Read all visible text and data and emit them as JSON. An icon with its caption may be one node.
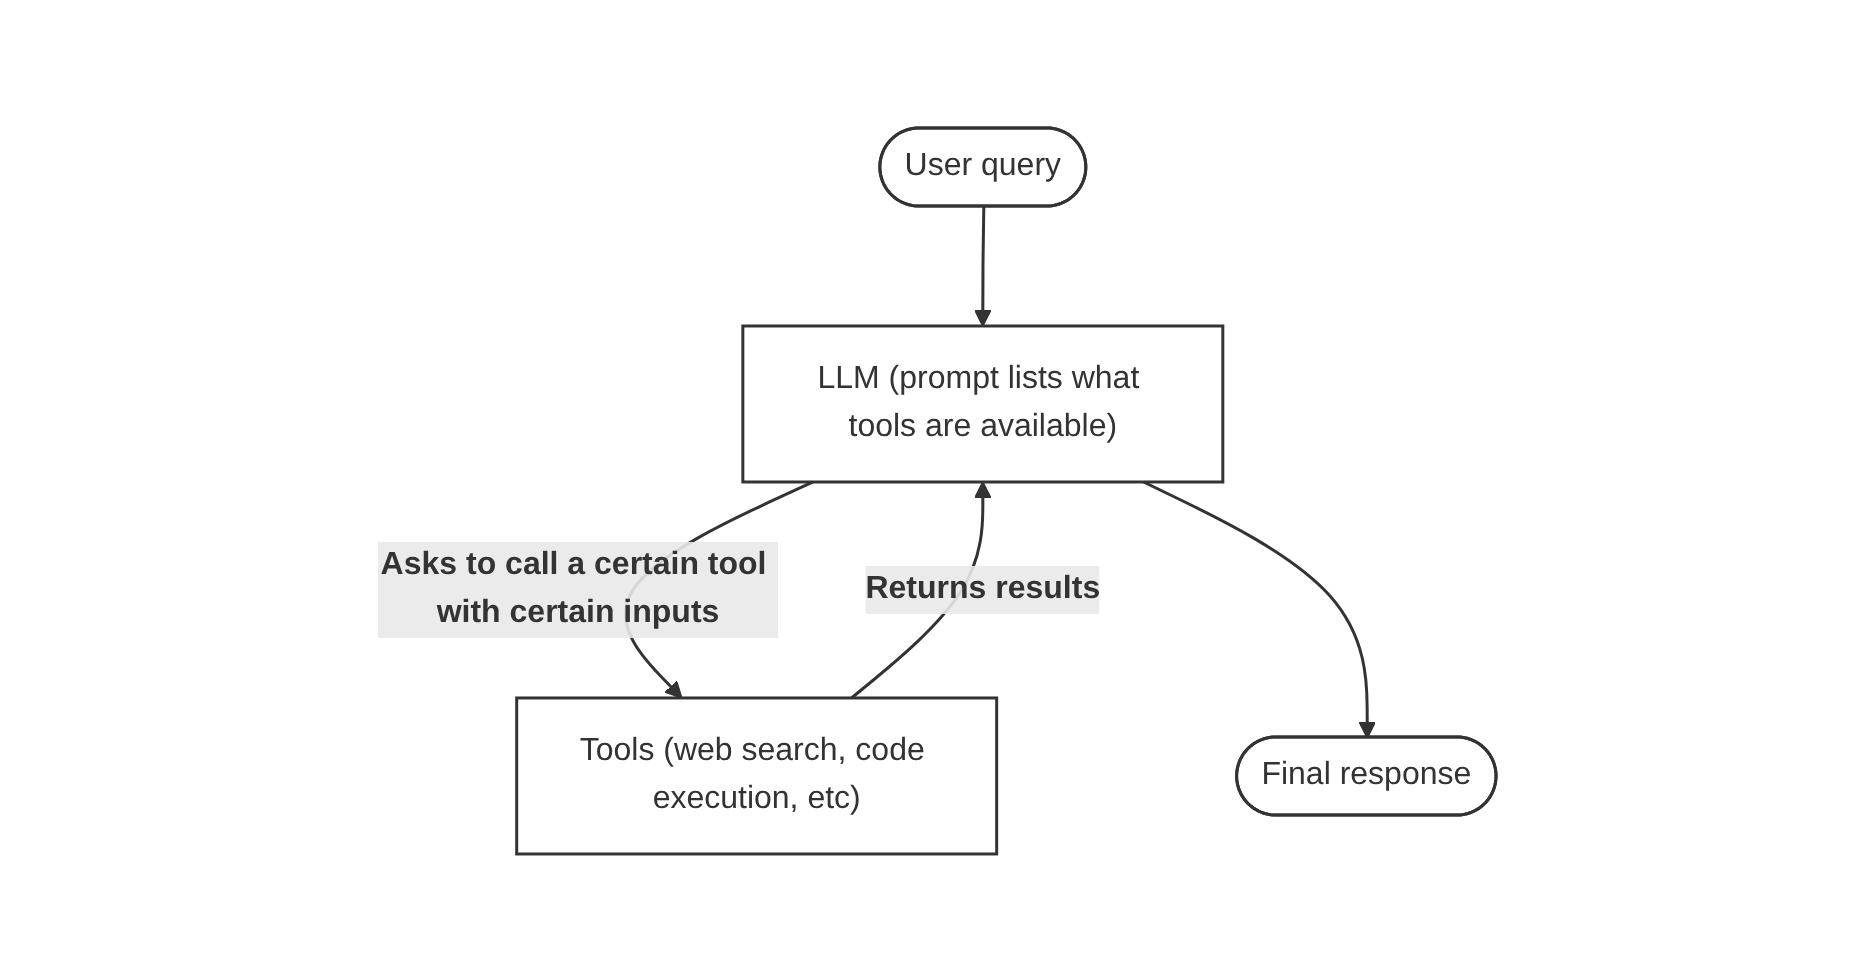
{
  "diagram": {
    "nodes": [
      {
        "text": [
          "User query"
        ]
      },
      {
        "text": [
          "LLM (prompt lists what tools are available)"
        ]
      },
      {
        "text": [
          "Tools (web search, code execution, etc)"
        ]
      },
      {
        "text": [
          "Final response"
        ]
      }
    ],
    "edges": [
      {
        "from": 0,
        "to": 1,
        "arrow": "to"
      },
      {
        "from": 1,
        "to": 2,
        "arrow": "to",
        "label": "Asks to call a certain tool with certain inputs"
      },
      {
        "from": 2,
        "to": 1,
        "arrow": "to",
        "label": "Returns results"
      },
      {
        "from": 1,
        "to": 3,
        "arrow": "to"
      }
    ]
  }
}
